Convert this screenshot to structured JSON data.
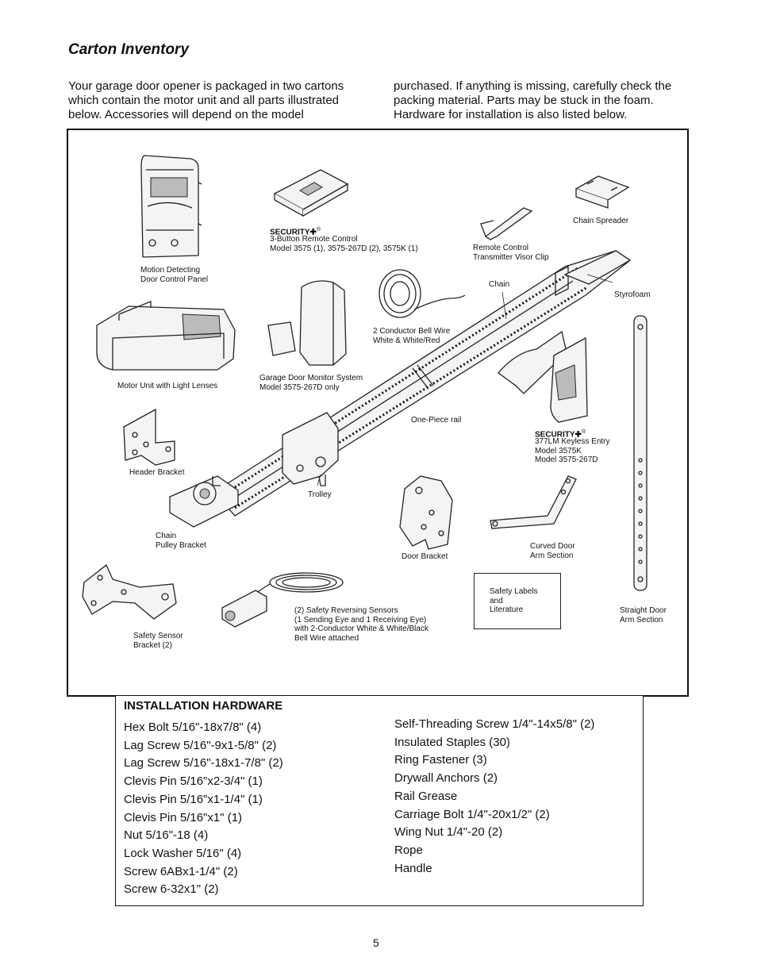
{
  "page": {
    "title": "Carton Inventory",
    "intro_left": "Your garage door opener is packaged in two cartons which contain the motor unit and all parts illustrated below. Accessories will depend on the model",
    "intro_right": "purchased. If anything is missing, carefully check the packing material. Parts may be stuck in the foam. Hardware for installation is also listed below.",
    "page_number": "5"
  },
  "parts": {
    "door_control": "Motion Detecting\nDoor Control Panel",
    "remote_brand": "SECURITY✚",
    "remote_reg": "®",
    "remote_desc": "3-Button Remote Control\nModel 3575 (1), 3575-267D (2), 3575K (1)",
    "visor_clip": "Remote Control\nTransmitter Visor Clip",
    "chain_spreader": "Chain Spreader",
    "chain": "Chain",
    "styrofoam": "Styrofoam",
    "bell_wire": "2 Conductor Bell Wire\nWhite & White/Red",
    "motor_unit": "Motor Unit with Light Lenses",
    "monitor": "Garage Door Monitor System\nModel 3575-267D only",
    "rail": "One-Piece rail",
    "keyless_brand": "SECURITY✚",
    "keyless_reg": "®",
    "keyless_desc": "377LM Keyless Entry\nModel 3575K\nModel 3575-267D",
    "header_bracket": "Header Bracket",
    "trolley": "Trolley",
    "chain_pulley": "Chain\nPulley Bracket",
    "door_bracket": "Door Bracket",
    "curved_arm": "Curved Door\nArm Section",
    "safety_labels": "Safety Labels\nand\nLiterature",
    "straight_arm": "Straight Door\nArm Section",
    "sensors": "(2) Safety Reversing Sensors\n(1 Sending Eye and 1 Receiving Eye)\nwith 2-Conductor White & White/Black\nBell Wire attached",
    "sensor_bracket": "Safety Sensor\nBracket (2)"
  },
  "hardware": {
    "title": "INSTALLATION HARDWARE",
    "col1": [
      "Hex Bolt 5/16\"-18x7/8\" (4)",
      "Lag Screw 5/16\"-9x1-5/8\" (2)",
      "Lag Screw 5/16\"-18x1-7/8\" (2)",
      "Clevis Pin 5/16\"x2-3/4\" (1)",
      "Clevis Pin 5/16\"x1-1/4\" (1)",
      "Clevis Pin 5/16\"x1\" (1)",
      "Nut 5/16\"-18 (4)",
      "Lock Washer 5/16\" (4)",
      "Screw 6ABx1-1/4\" (2)",
      "Screw 6-32x1\" (2)"
    ],
    "col2": [
      "Self-Threading Screw 1/4\"-14x5/8\" (2)",
      "Insulated Staples (30)",
      "Ring Fastener (3)",
      "Drywall Anchors (2)",
      "Rail Grease",
      "Carriage Bolt 1/4\"-20x1/2\" (2)",
      "Wing Nut 1/4\"-20 (2)",
      "Rope",
      "Handle"
    ]
  }
}
